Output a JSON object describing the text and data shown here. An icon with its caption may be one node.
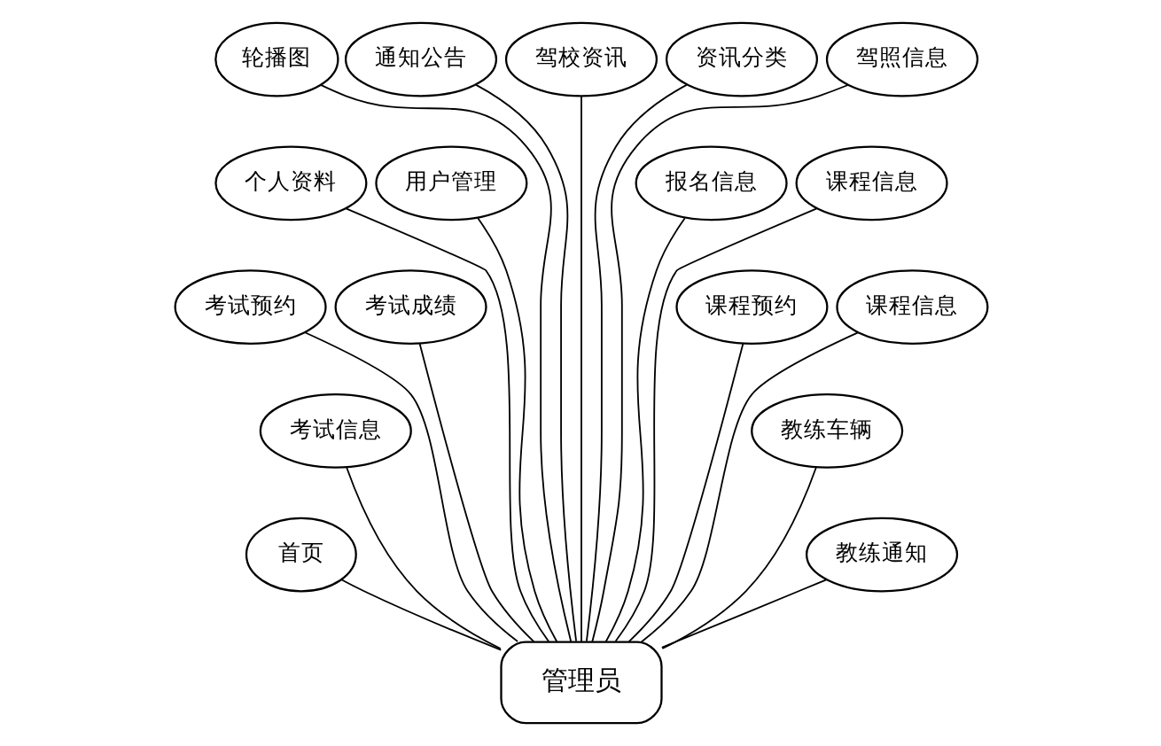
{
  "diagram": {
    "nodes": [
      {
        "text": [
          "首页"
        ]
      },
      {
        "text": [
          "考试信息"
        ]
      },
      {
        "text": [
          "考试预约"
        ]
      },
      {
        "text": [
          "考试成绩"
        ]
      },
      {
        "text": [
          "个人资料"
        ]
      },
      {
        "text": [
          "用户管理"
        ]
      },
      {
        "text": [
          "轮播图"
        ]
      },
      {
        "text": [
          "通知公告"
        ]
      },
      {
        "text": [
          "驾校资讯"
        ]
      },
      {
        "text": [
          "资讯分类"
        ]
      },
      {
        "text": [
          "驾照信息"
        ]
      },
      {
        "text": [
          "报名信息"
        ]
      },
      {
        "text": [
          "课程信息"
        ]
      },
      {
        "text": [
          "课程预约"
        ]
      },
      {
        "text": [
          "课程信息"
        ]
      },
      {
        "text": [
          "教练车辆"
        ]
      },
      {
        "text": [
          "教练通知"
        ]
      },
      {
        "text": [
          "管理员"
        ]
      }
    ],
    "edges": [
      {
        "from": 17,
        "to": 0,
        "arrow": "none"
      },
      {
        "from": 17,
        "to": 1,
        "arrow": "none"
      },
      {
        "from": 17,
        "to": 2,
        "arrow": "none"
      },
      {
        "from": 17,
        "to": 3,
        "arrow": "none"
      },
      {
        "from": 17,
        "to": 4,
        "arrow": "none"
      },
      {
        "from": 17,
        "to": 5,
        "arrow": "none"
      },
      {
        "from": 17,
        "to": 6,
        "arrow": "none"
      },
      {
        "from": 17,
        "to": 7,
        "arrow": "none"
      },
      {
        "from": 17,
        "to": 8,
        "arrow": "none"
      },
      {
        "from": 17,
        "to": 9,
        "arrow": "none"
      },
      {
        "from": 17,
        "to": 10,
        "arrow": "none"
      },
      {
        "from": 17,
        "to": 11,
        "arrow": "none"
      },
      {
        "from": 17,
        "to": 12,
        "arrow": "none"
      },
      {
        "from": 17,
        "to": 13,
        "arrow": "none"
      },
      {
        "from": 17,
        "to": 14,
        "arrow": "none"
      },
      {
        "from": 17,
        "to": 15,
        "arrow": "none"
      },
      {
        "from": 17,
        "to": 16,
        "arrow": "none"
      }
    ]
  }
}
